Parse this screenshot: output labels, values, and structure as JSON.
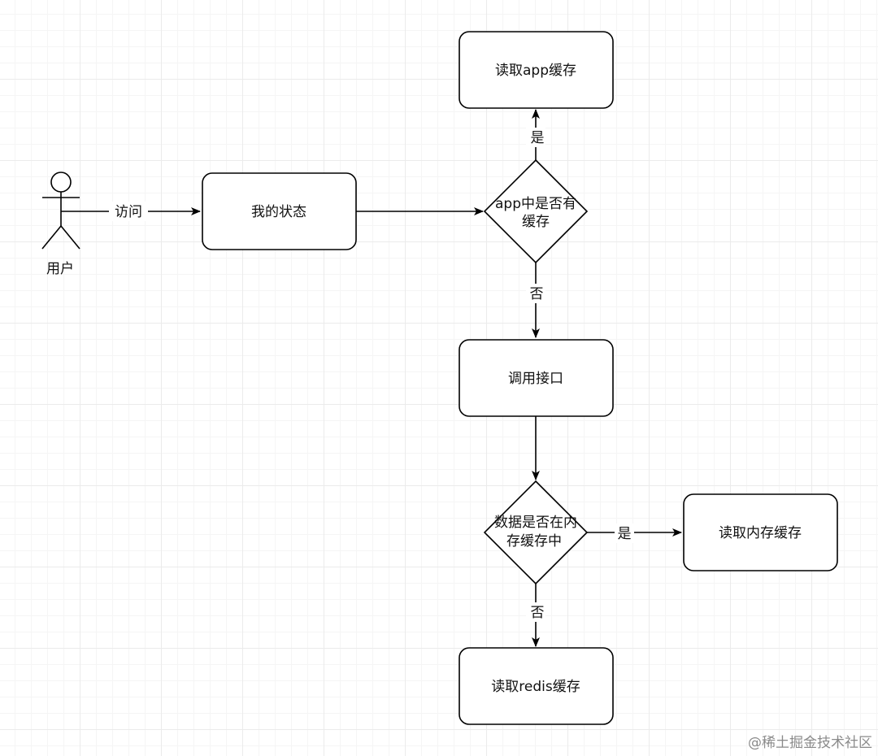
{
  "diagram": {
    "actor": {
      "label": "用户"
    },
    "nodes": {
      "my_status": "我的状态",
      "decision_app_cache": [
        "app中是否有",
        "缓存"
      ],
      "read_app_cache": "读取app缓存",
      "call_api": "调用接口",
      "decision_memory_cache": [
        "数据是否在内",
        "存缓存中"
      ],
      "read_memory_cache": "读取内存缓存",
      "read_redis_cache": "读取redis缓存"
    },
    "edges": {
      "visit": "访问",
      "yes_app": "是",
      "no_app": "否",
      "yes_memory": "是",
      "no_memory": "否"
    }
  },
  "watermark": "@稀土掘金技术社区"
}
